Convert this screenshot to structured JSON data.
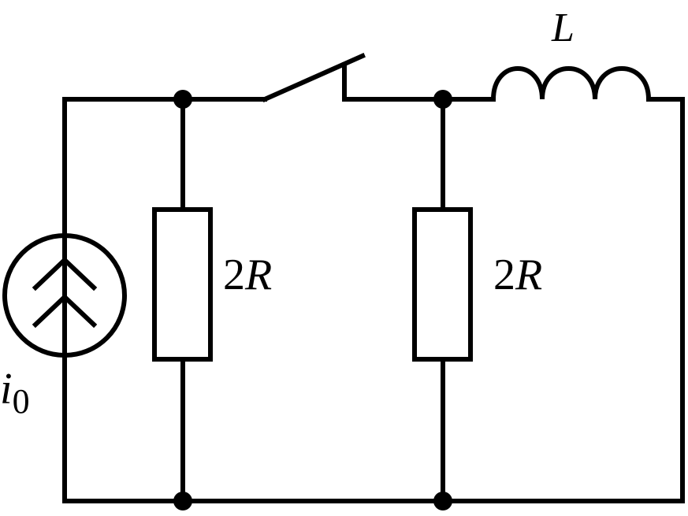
{
  "diagram": {
    "labels": {
      "inductor": "L",
      "resistor_left_coef": "2",
      "resistor_left_sym": "R",
      "resistor_right_coef": "2",
      "resistor_right_sym": "R",
      "source_sym": "i",
      "source_sub": "0"
    }
  }
}
